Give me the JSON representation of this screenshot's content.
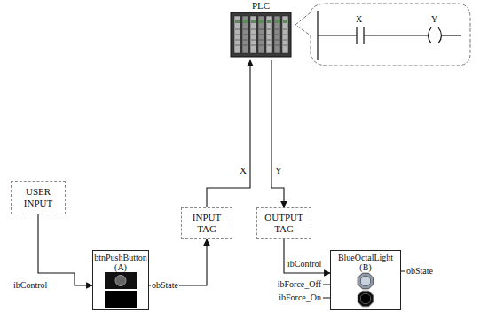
{
  "diagram": {
    "nodes": [
      {
        "text": [
          "USER INPUT"
        ]
      },
      {
        "text": [
          "INPUT TAG"
        ]
      },
      {
        "text": [
          "OUTPUT TAG"
        ]
      },
      {
        "text": [
          "PLC"
        ]
      },
      {
        "text": [
          "btnPushButton (A)"
        ]
      },
      {
        "text": [
          "BlueOctalLight (B)"
        ]
      }
    ],
    "edges": [
      {
        "from": 0,
        "to": 4,
        "arrow": "to"
      },
      {
        "from": 4,
        "to": 1,
        "arrow": "to"
      },
      {
        "from": 1,
        "to": 3,
        "label": "X",
        "arrow": "to"
      },
      {
        "from": 3,
        "to": 2,
        "label": "Y",
        "arrow": "to"
      },
      {
        "from": 2,
        "to": 5,
        "arrow": "to"
      }
    ],
    "labels": [
      "ibControl",
      "obState",
      "ibControl",
      "ibForce_Off",
      "ibForce_On",
      "obState",
      "X",
      "Y"
    ]
  }
}
